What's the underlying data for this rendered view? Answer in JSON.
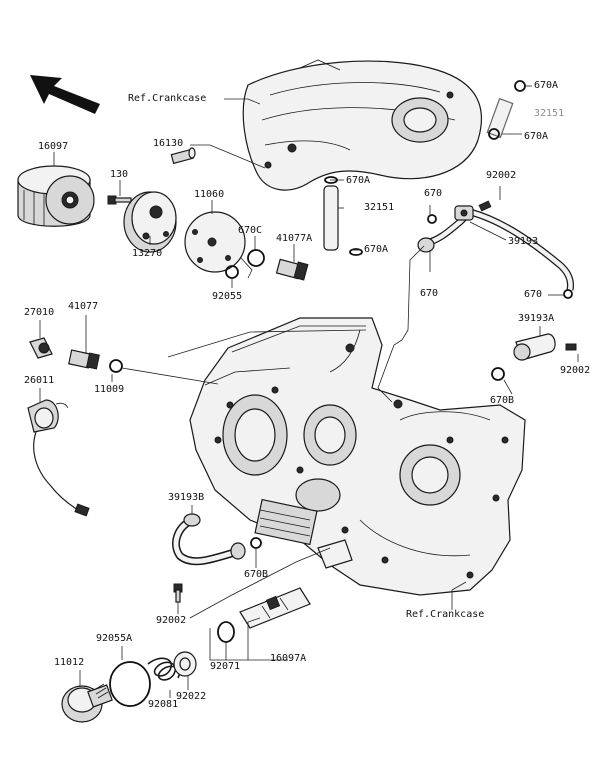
{
  "callouts": {
    "ref_crankcase_top": "Ref.Crankcase",
    "ref_crankcase_bottom": "Ref.Crankcase",
    "p16097": "16097",
    "p130": "130",
    "p16130": "16130",
    "p11060": "11060",
    "p670c": "670C",
    "p41077a": "41077A",
    "p13270": "13270",
    "p92055": "92055",
    "p670a_top": "670A",
    "p32151_top": "32151",
    "p670a_top2": "670A",
    "p670a_mid": "670A",
    "p32151_mid": "32151",
    "p670a_mid2": "670A",
    "p670_a": "670",
    "p92002_top": "92002",
    "p39193": "39193",
    "p670_b": "670",
    "p670_c": "670",
    "p27010": "27010",
    "p41077": "41077",
    "p11009": "11009",
    "p26011": "26011",
    "p39193a": "39193A",
    "p92002_right": "92002",
    "p670b_right": "670B",
    "p39193b": "39193B",
    "p670b_left": "670B",
    "p92002_bottom": "92002",
    "p92055a": "92055A",
    "p11012": "11012",
    "p92081": "92081",
    "p92022": "92022",
    "p92071": "92071",
    "p16097a": "16097A"
  },
  "colors": {
    "line": "#1a1a1a",
    "part_fill": "#f2f2f2",
    "shade": "#d8d8d8",
    "ghost_label": "#8c8c8c"
  }
}
